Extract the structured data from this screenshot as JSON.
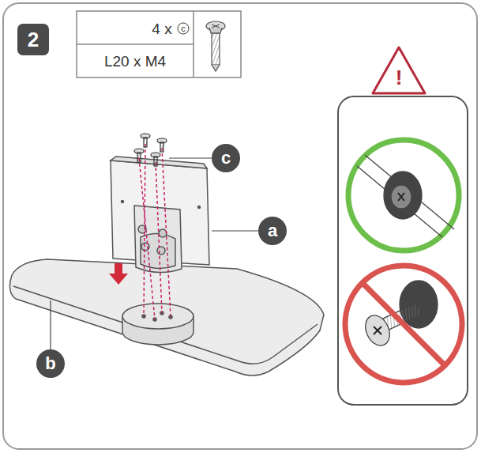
{
  "diagram": {
    "labels": [
      "2",
      "4 x",
      "c",
      "L20 x M4",
      "!",
      "c",
      "a",
      "b"
    ]
  }
}
